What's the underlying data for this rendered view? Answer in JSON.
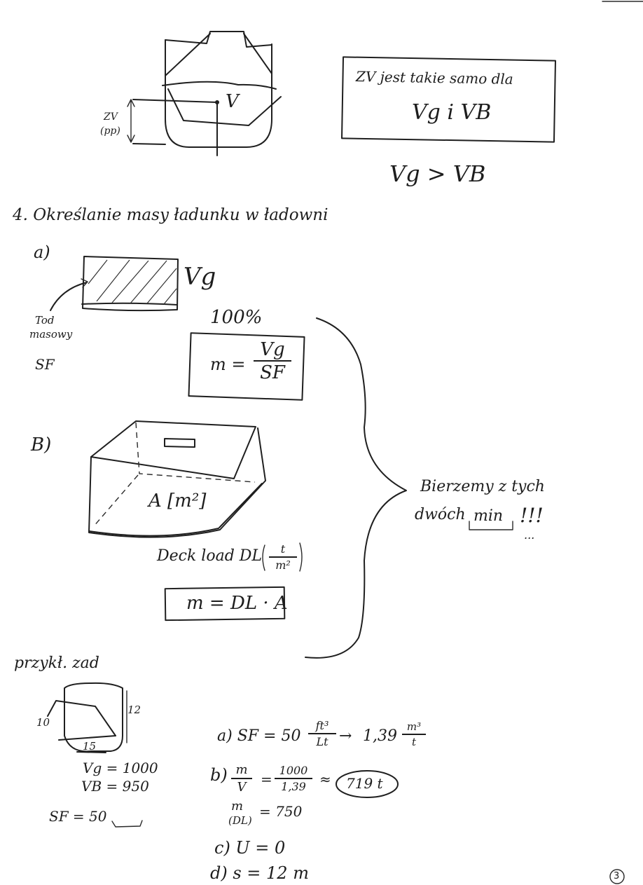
{
  "top": {
    "v_label": "V",
    "zv_label": "ZV",
    "pp_label": "(pp)",
    "box_line1": "ZV jest takie samo dla",
    "box_line2": "Vg i VB",
    "compare": "Vg > VB"
  },
  "section": {
    "heading": "4. Określanie masy ładunku w ładowni",
    "a_label": "a)",
    "vg_label": "Vg",
    "density_label_1": "Tod",
    "density_label_2": "masowy",
    "density_label_3": "SF",
    "percent": "100%",
    "formula_a_lhs": "m =",
    "formula_a_num": "Vg",
    "formula_a_den": "SF",
    "b_label": "B)",
    "area_label": "A [m²]",
    "deck_load_label": "Deck load DL",
    "deck_load_unit_num": "t",
    "deck_load_unit_den": "m²",
    "formula_b": "m = DL · A",
    "brace_note_1": "Bierzemy z tych",
    "brace_note_2": "dwóch",
    "brace_note_min": "min",
    "brace_note_3": "!!!",
    "brace_note_dots": "..."
  },
  "example": {
    "title": "przykł. zad",
    "dim_left": "10",
    "dim_right": "12",
    "dim_bottom": "15",
    "vg": "Vg = 1000",
    "vb": "VB = 950",
    "sf": "SF = 50",
    "step_a_prefix": "a) SF = 50",
    "step_a_num": "ft³",
    "step_a_den": "Lt",
    "step_a_result": "1,39",
    "step_a_unit_num": "m³",
    "step_a_unit_den": "t",
    "step_b_prefix": "b)",
    "step_b_frac1_num": "m",
    "step_b_frac1_den": "V",
    "step_b_eq": "=",
    "step_b_frac2_num": "1000",
    "step_b_frac2_den": "1,39",
    "step_b_approx": "≈",
    "step_b_result": "719 t",
    "step_b2_m": "m",
    "step_b2_dl": "(DL)",
    "step_b2_value": "= 750",
    "step_c": "c) U = 0",
    "step_d": "d) s = 12 m"
  },
  "page_number": "3"
}
